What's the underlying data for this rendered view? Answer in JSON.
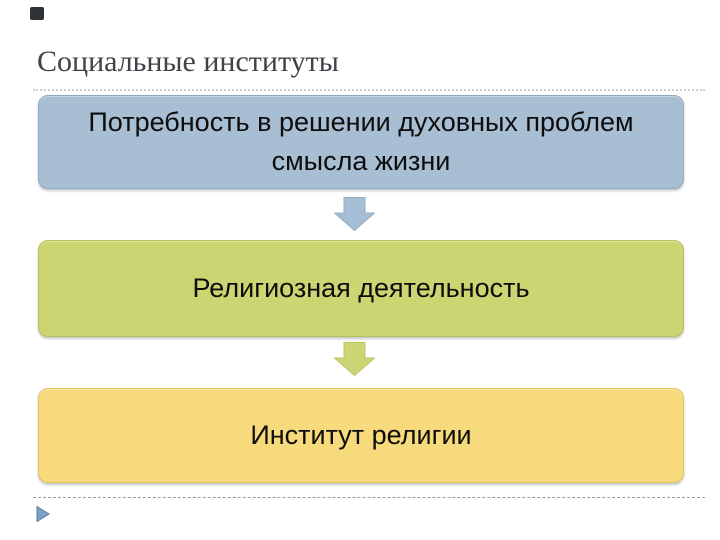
{
  "slide": {
    "title": "Социальные институты",
    "title_color": "#3f4247",
    "text_color": "#0d0d0d",
    "steps": [
      {
        "text": "Потребность в решении духовных проблем смысла жизни",
        "bg": "#a8bed3"
      },
      {
        "text": "Религиозная деятельность",
        "bg": "#cbd572"
      },
      {
        "text": "Институт религии",
        "bg": "#f7da7b"
      }
    ],
    "arrows": [
      {
        "fill": "#a6bed5",
        "stroke": "#95afc8"
      },
      {
        "fill": "#ccd675",
        "stroke": "#bbc562"
      }
    ],
    "decorations": {
      "corner_square_color": "#2e3338",
      "triangle_fill": "#7ba2c6",
      "triangle_stroke": "#597f9f",
      "top_rule_color": "#cfcfcf",
      "bottom_rule_color": "#9a9a9a"
    },
    "icons": {
      "corner_square": "small dark square (theme decoration)",
      "down_arrow": "block arrow pointing down",
      "play_triangle": "small right-pointing triangle (theme decoration)"
    }
  }
}
